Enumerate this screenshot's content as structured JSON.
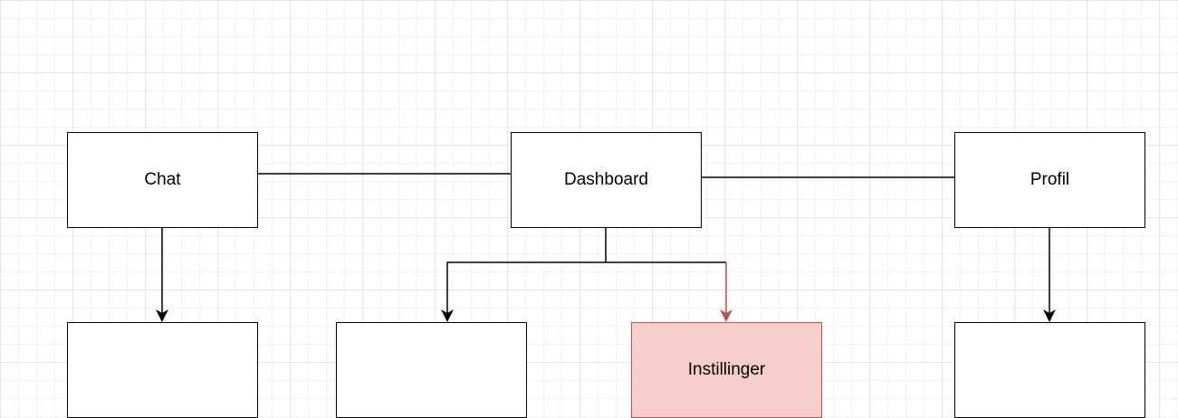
{
  "diagram": {
    "nodes": {
      "chat": {
        "label": "Chat"
      },
      "dashboard": {
        "label": "Dashboard"
      },
      "profil": {
        "label": "Profil"
      },
      "chat_child": {
        "label": ""
      },
      "dashboard_child_left": {
        "label": ""
      },
      "instillinger": {
        "label": "Instillinger"
      },
      "profil_child": {
        "label": ""
      }
    },
    "edges": [
      {
        "from": "chat",
        "to": "dashboard",
        "arrow": false
      },
      {
        "from": "dashboard",
        "to": "profil",
        "arrow": false
      },
      {
        "from": "chat",
        "to": "chat_child",
        "arrow": true
      },
      {
        "from": "dashboard",
        "to": "dashboard_child_left",
        "arrow": true
      },
      {
        "from": "dashboard",
        "to": "instillinger",
        "arrow": true
      },
      {
        "from": "profil",
        "to": "profil_child",
        "arrow": true
      }
    ],
    "colors": {
      "stroke": "#000000",
      "highlight_stroke": "#b85450",
      "highlight_fill": "#f8cecc"
    }
  }
}
